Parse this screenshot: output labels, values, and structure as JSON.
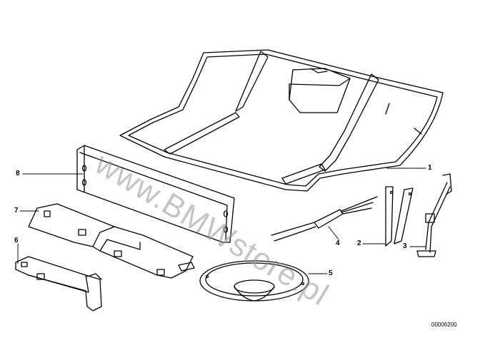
{
  "diagram": {
    "watermark": "www.BMWstore.pl",
    "part_code": "00006200",
    "callouts": [
      {
        "num": "1",
        "part": "shelf"
      },
      {
        "num": "2",
        "part": "bracket"
      },
      {
        "num": "3",
        "part": "support-arm"
      },
      {
        "num": "4",
        "part": "cable"
      },
      {
        "num": "5",
        "part": "speaker"
      },
      {
        "num": "6",
        "part": "lower-bracket"
      },
      {
        "num": "7",
        "part": "upper-bracket"
      },
      {
        "num": "8",
        "part": "panel"
      }
    ]
  }
}
